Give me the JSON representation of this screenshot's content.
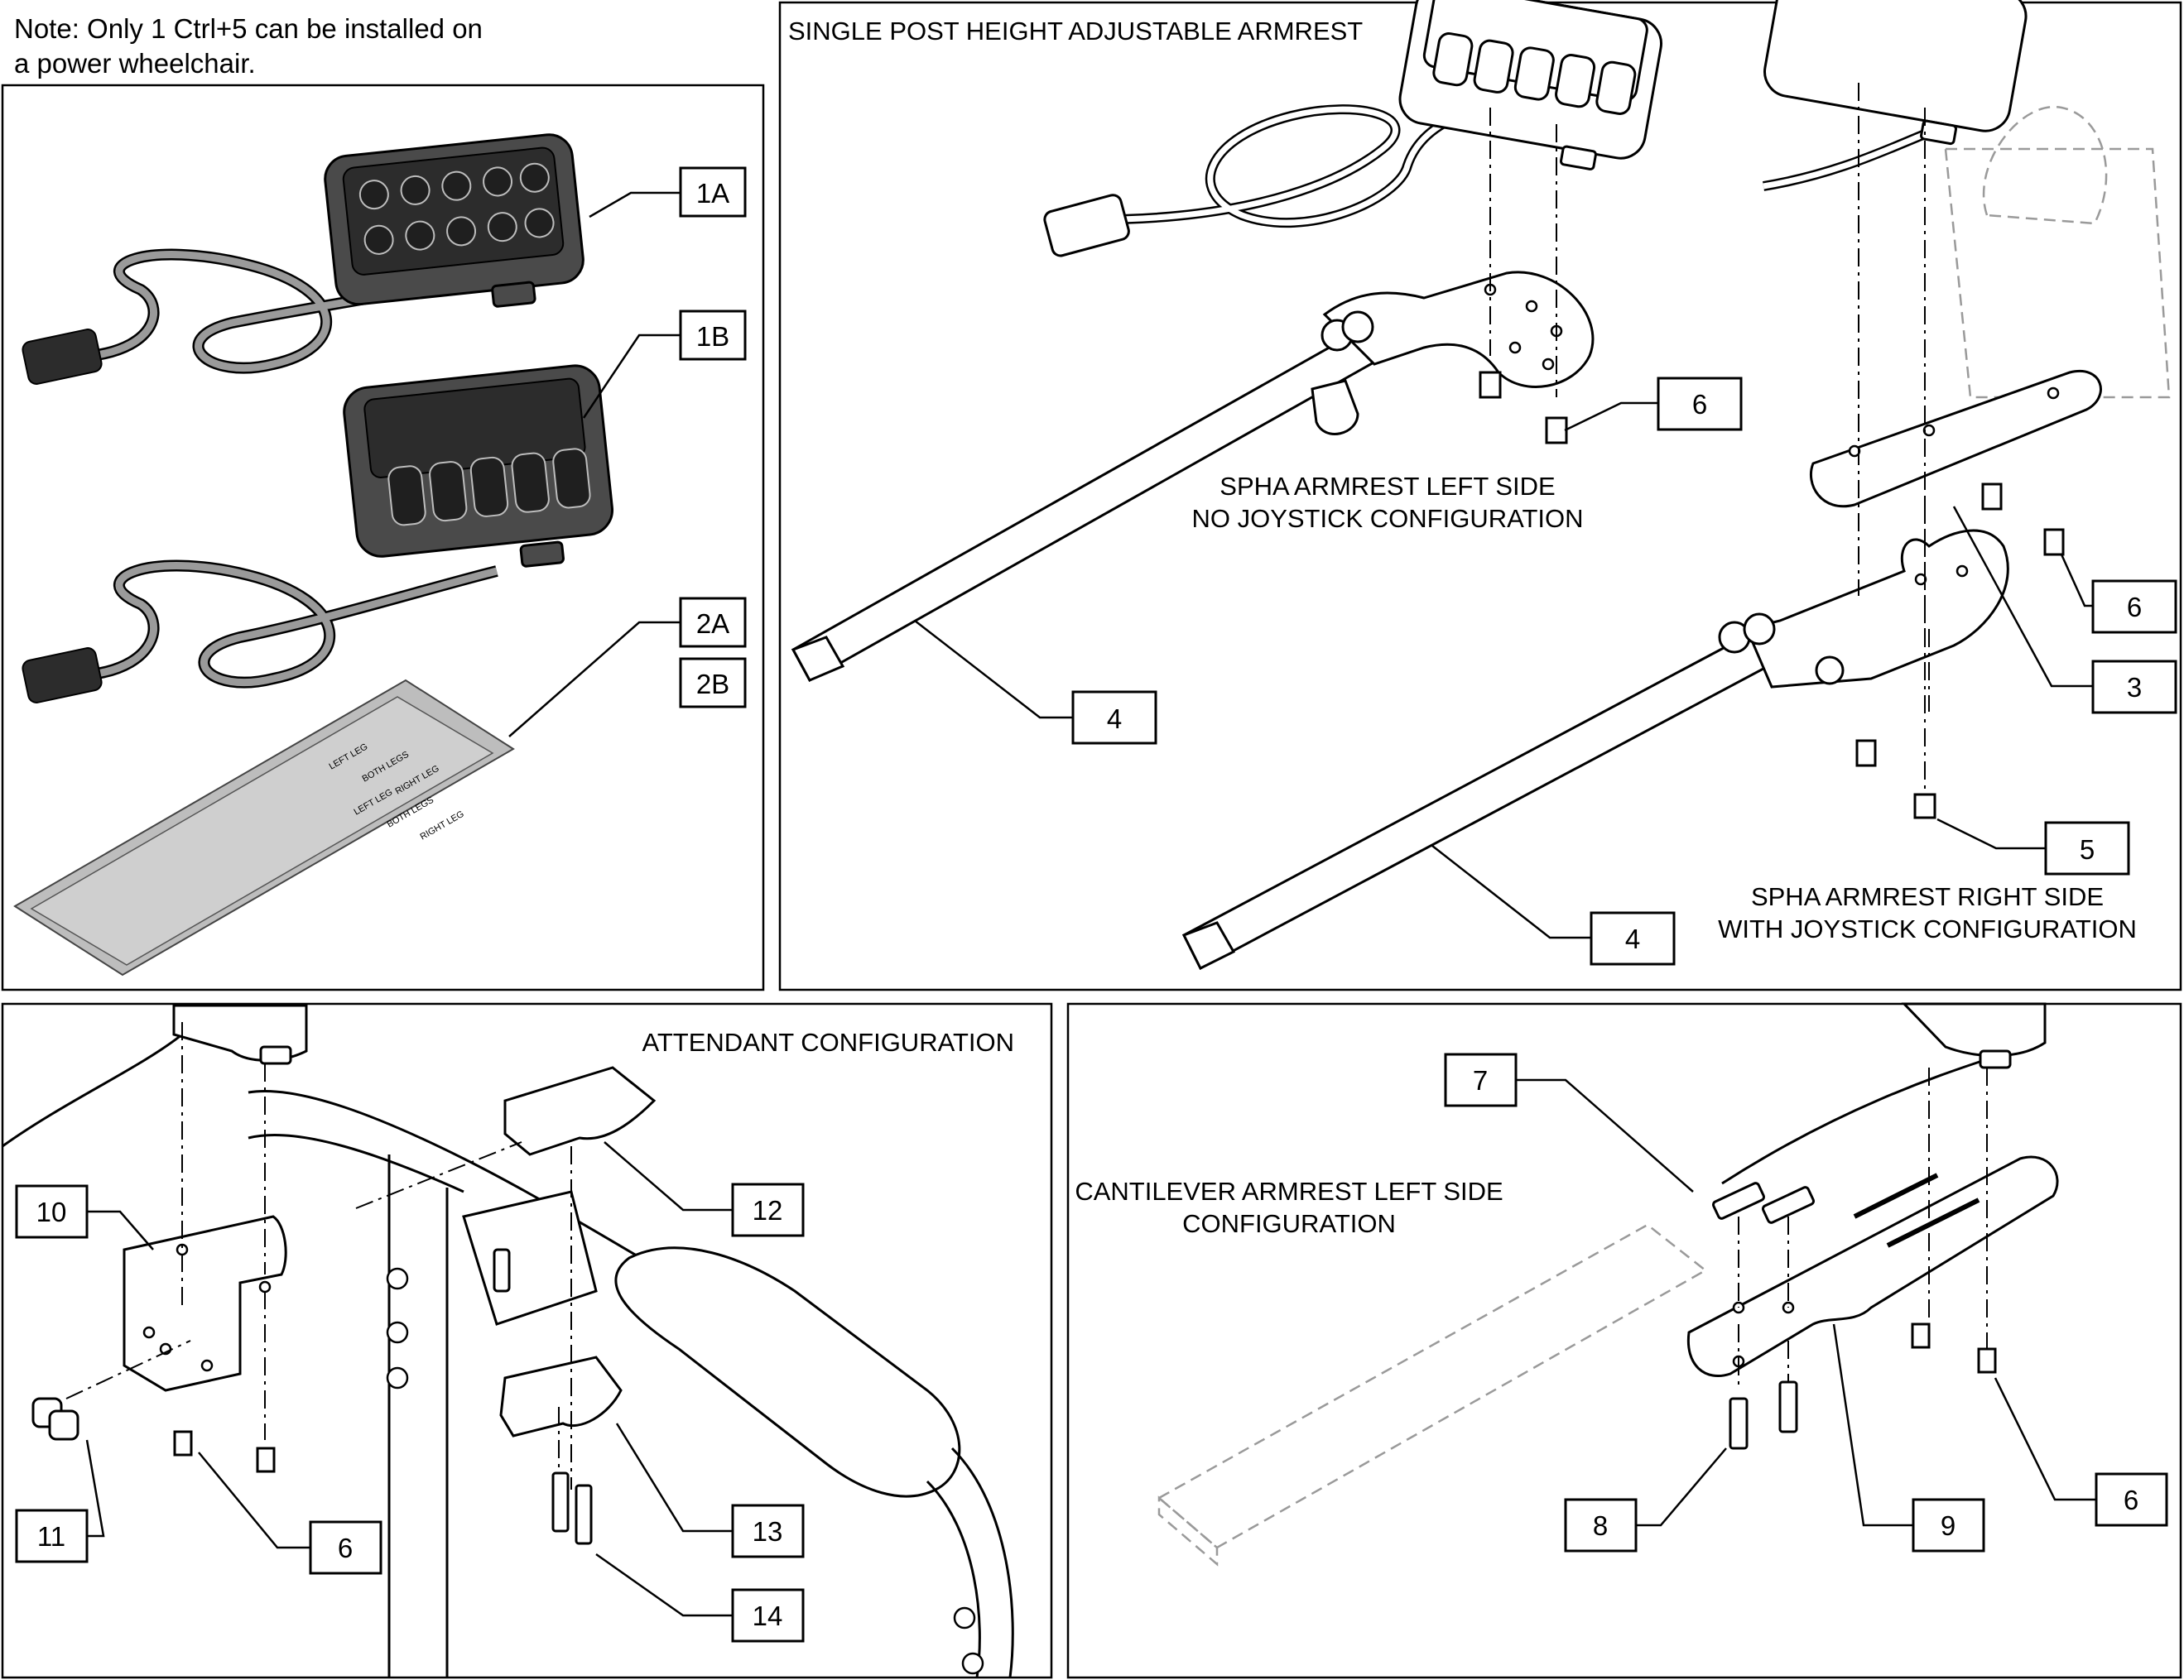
{
  "note": {
    "line1": "Note: Only 1 Ctrl+5 can be installed on",
    "line2": " a power wheelchair."
  },
  "panels": {
    "spha": {
      "title": "SINGLE POST HEIGHT ADJUSTABLE ARMREST",
      "left_caption_1": "SPHA ARMREST LEFT SIDE",
      "left_caption_2": "NO JOYSTICK CONFIGURATION",
      "right_caption_1": "SPHA ARMREST RIGHT SIDE",
      "right_caption_2": "WITH JOYSTICK CONFIGURATION"
    },
    "attendant": {
      "title": "ATTENDANT CONFIGURATION"
    },
    "cantilever": {
      "caption_1": "CANTILEVER ARMREST LEFT SIDE",
      "caption_2": "CONFIGURATION"
    }
  },
  "decal_sheet": {
    "tiles": [
      "LEFT LEG",
      "BOTH LEGS",
      "RIGHT LEG",
      "LEFT LEG",
      "BOTH LEGS",
      "RIGHT LEG"
    ]
  },
  "callouts": {
    "c1A": "1A",
    "c1B": "1B",
    "c2A": "2A",
    "c2B": "2B",
    "c6a": "6",
    "c6b": "6",
    "c3": "3",
    "c4a": "4",
    "c4b": "4",
    "c5": "5",
    "c10": "10",
    "c12": "12",
    "c11": "11",
    "c6c": "6",
    "c13": "13",
    "c14": "14",
    "c7": "7",
    "c8": "8",
    "c9": "9",
    "c6d": "6"
  }
}
